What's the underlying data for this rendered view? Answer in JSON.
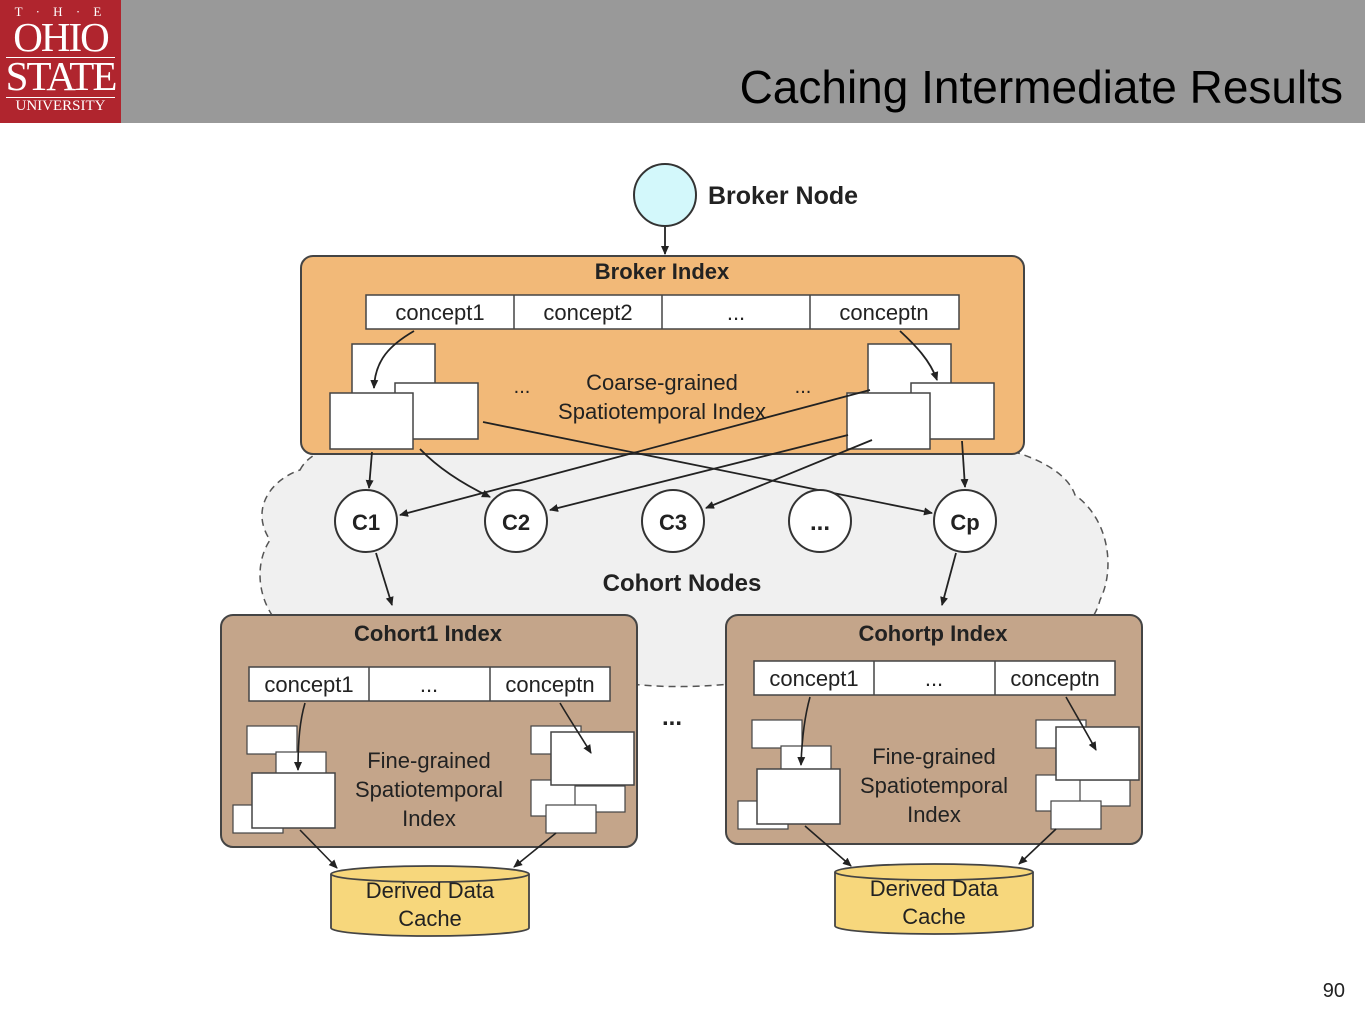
{
  "slide": {
    "title": "Caching Intermediate Results",
    "page_number": "90"
  },
  "logo": {
    "line1": "T · H · E",
    "line2": "OHIO",
    "line3": "STATE",
    "line4": "UNIVERSITY"
  },
  "diagram": {
    "broker_node": "Broker Node",
    "broker_index": {
      "title": "Broker Index",
      "concepts": [
        "concept1",
        "concept2",
        "...",
        "conceptn"
      ],
      "index_label_line1": "Coarse-grained",
      "index_label_line2": "Spatiotemporal Index",
      "ellipsis": "..."
    },
    "cohort_nodes": {
      "label": "Cohort Nodes",
      "nodes": [
        "C1",
        "C2",
        "C3",
        "...",
        "Cp"
      ]
    },
    "cohort_indexes": [
      {
        "title": "Cohort1 Index",
        "concepts": [
          "concept1",
          "...",
          "conceptn"
        ],
        "index_label": [
          "Fine-grained",
          "Spatiotemporal",
          "Index"
        ],
        "cache": [
          "Derived Data",
          "Cache"
        ]
      },
      {
        "title": "Cohortp Index",
        "concepts": [
          "concept1",
          "...",
          "conceptn"
        ],
        "index_label": [
          "Fine-grained",
          "Spatiotemporal",
          "Index"
        ],
        "cache": [
          "Derived Data",
          "Cache"
        ]
      }
    ],
    "between_ellipsis": "..."
  },
  "colors": {
    "header": "#999999",
    "logo": "#b0252e",
    "broker_node_fill": "#d3f8fb",
    "broker_index_fill": "#f2b978",
    "cohort_index_fill": "#c4a58a",
    "cache_fill": "#f7d77c",
    "cloud_fill": "#f0f0f0"
  }
}
